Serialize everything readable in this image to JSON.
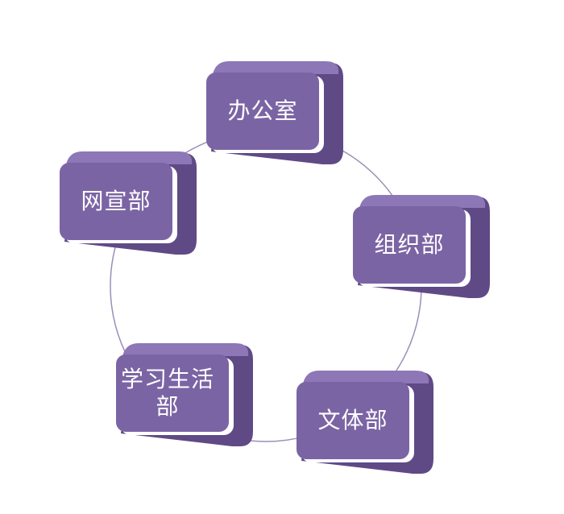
{
  "diagram": {
    "colors": {
      "box_fill": "#7B64A4",
      "box_top": "#8D77B6",
      "box_side": "#5F4A86",
      "edge_gap": "#ffffff",
      "ring": "#9B8FB5"
    },
    "nodes": [
      {
        "label": "办公室"
      },
      {
        "label": "组织部"
      },
      {
        "label": "文体部"
      },
      {
        "label": "学习生活部"
      },
      {
        "label": "网宣部"
      }
    ]
  }
}
